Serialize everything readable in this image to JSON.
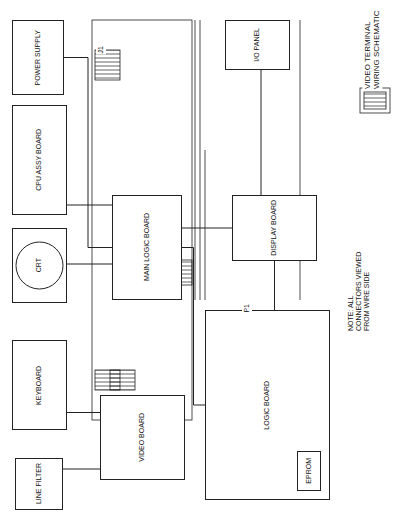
{
  "diagram": {
    "title": "VIDEO TERMINAL WIRING SCHEMATIC",
    "nodes": [
      {
        "text": [
          "POWER SUPPLY"
        ]
      },
      {
        "text": [
          "CPU ASSY BOARD"
        ]
      },
      {
        "text": [
          "CRT"
        ]
      },
      {
        "text": [
          "KEYBOARD"
        ]
      },
      {
        "text": [
          "LINE FILTER"
        ]
      },
      {
        "text": [
          "MAIN LOGIC BOARD"
        ]
      },
      {
        "text": [
          "VIDEO BOARD"
        ]
      },
      {
        "text": [
          "I/O PANEL"
        ]
      },
      {
        "text": [
          "DISPLAY BOARD"
        ]
      },
      {
        "text": [
          "LOGIC BOARD"
        ]
      },
      {
        "text": [
          "EPROM"
        ],
        "in": 9
      }
    ],
    "edges": [
      {
        "from": 0,
        "to": 5,
        "arrow": "none"
      },
      {
        "from": 1,
        "to": 5,
        "arrow": "none"
      },
      {
        "from": 2,
        "to": 5,
        "arrow": "none"
      },
      {
        "from": 3,
        "to": 6,
        "arrow": "none"
      },
      {
        "from": 4,
        "to": 6,
        "arrow": "none"
      },
      {
        "from": 5,
        "to": 8,
        "arrow": "none"
      },
      {
        "from": 5,
        "to": 9,
        "arrow": "none"
      },
      {
        "from": 7,
        "to": 8,
        "arrow": "none"
      },
      {
        "from": 8,
        "to": 9,
        "arrow": "none"
      }
    ],
    "labels": [
      "NOTE: ALL CONNECTORS VIEWED FROM WIRE SIDE",
      "J1",
      "P1"
    ]
  }
}
